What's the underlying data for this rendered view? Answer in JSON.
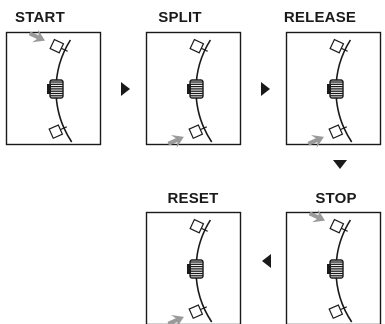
{
  "steps": [
    {
      "id": "start",
      "title": "START",
      "arrow": "top"
    },
    {
      "id": "split",
      "title": "SPLIT",
      "arrow": "bottom"
    },
    {
      "id": "release",
      "title": "RELEASE",
      "arrow": "bottom"
    },
    {
      "id": "stop",
      "title": "STOP",
      "arrow": "top"
    },
    {
      "id": "reset",
      "title": "RESET",
      "arrow": "bottom"
    }
  ],
  "flow": [
    "right",
    "right",
    "down",
    "left"
  ],
  "colors": {
    "outline": "#1a1a1a",
    "press_arrow": "#9a9a9a",
    "flow_arrow": "#1a1a1a",
    "background": "#ffffff"
  },
  "icons": {
    "pusher": "pusher-icon",
    "crown": "crown-icon",
    "press_arrow": "press-arrow-icon",
    "flow_arrow": "triangle-arrow-icon"
  }
}
